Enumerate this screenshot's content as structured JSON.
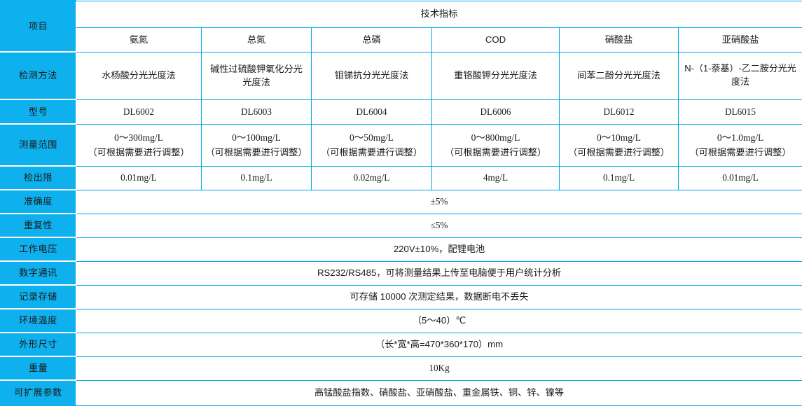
{
  "table": {
    "row_label_header": "项目",
    "spanning_header": "技术指标",
    "parameter_columns": [
      "氨氮",
      "总氮",
      "总磷",
      "COD",
      "硝酸盐",
      "亚硝酸盐"
    ],
    "rows": [
      {
        "label": "检测方法",
        "type": "per-column",
        "values": [
          "水杨酸分光光度法",
          "碱性过硫酸钾氧化分光光度法",
          "钼锑抗分光光度法",
          "重铬酸钾分光光度法",
          "间苯二酚分光光度法",
          "N-（1-萘基）-乙二胺分光光度法"
        ]
      },
      {
        "label": "型号",
        "type": "per-column",
        "values": [
          "DL6002",
          "DL6003",
          "DL6004",
          "DL6006",
          "DL6012",
          "DL6015"
        ]
      },
      {
        "label": "测量范围",
        "type": "per-column-two-line",
        "values": [
          {
            "line1": "0～300mg/L",
            "line2": "（可根据需要进行调整）"
          },
          {
            "line1": "0～100mg/L",
            "line2": "（可根据需要进行调整）"
          },
          {
            "line1": "0～50mg/L",
            "line2": "（可根据需要进行调整）"
          },
          {
            "line1": "0～800mg/L",
            "line2": "（可根据需要进行调整）"
          },
          {
            "line1": "0～10mg/L",
            "line2": "（可根据需要进行调整）"
          },
          {
            "line1": "0～1.0mg/L",
            "line2": "（可根据需要进行调整）"
          }
        ]
      },
      {
        "label": "检出限",
        "type": "per-column",
        "values": [
          "0.01mg/L",
          "0.1mg/L",
          "0.02mg/L",
          "4mg/L",
          "0.1mg/L",
          "0.01mg/L"
        ]
      },
      {
        "label": "准确度",
        "type": "merged",
        "value": "±5%"
      },
      {
        "label": "重复性",
        "type": "merged",
        "value": "≤5%"
      },
      {
        "label": "工作电压",
        "type": "merged",
        "value": "220V±10%，配锂电池"
      },
      {
        "label": "数字通讯",
        "type": "merged",
        "value": "RS232/RS485，可将测量结果上传至电脑便于用户统计分析"
      },
      {
        "label": "记录存储",
        "type": "merged",
        "value": "可存储 10000 次测定结果，数据断电不丢失"
      },
      {
        "label": "环境温度",
        "type": "merged",
        "value": "（5～40）℃"
      },
      {
        "label": "外形尺寸",
        "type": "merged",
        "value": "（长*宽*高=470*360*170）mm"
      },
      {
        "label": "重量",
        "type": "merged",
        "value": "10Kg"
      },
      {
        "label": "可扩展参数",
        "type": "merged",
        "value": "高锰酸盐指数、硝酸盐、亚硝酸盐、重金属铁、铜、锌、镍等"
      }
    ]
  },
  "colors": {
    "label_blue": "#0fb0ee",
    "grid_blue": "#00a8e8",
    "text": "#1a1a1a",
    "label_text": "#ffffff"
  }
}
